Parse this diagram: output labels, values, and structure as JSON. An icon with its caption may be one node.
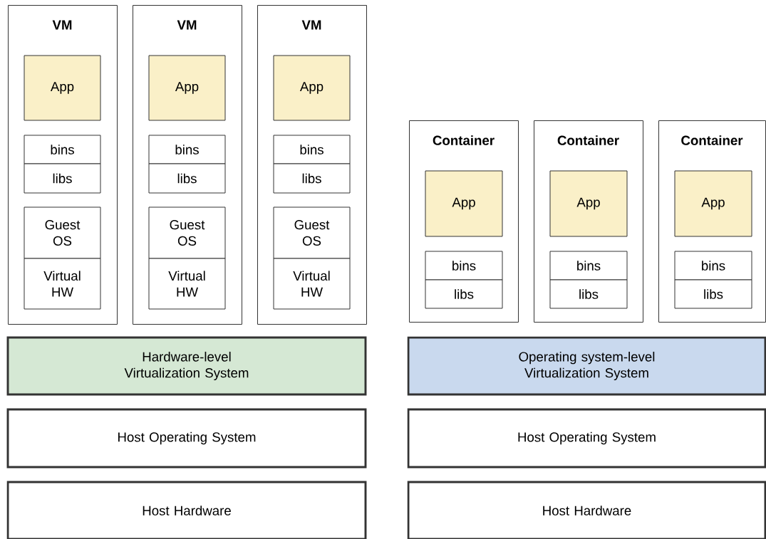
{
  "diagram": {
    "nodes": [
      {
        "text": [
          "VM"
        ]
      },
      {
        "text": [
          "App"
        ],
        "in": 0
      },
      {
        "text": [
          "bins"
        ],
        "in": 0
      },
      {
        "text": [
          "libs"
        ],
        "in": 0
      },
      {
        "text": [
          "Guest OS"
        ],
        "in": 0
      },
      {
        "text": [
          "Virtual HW"
        ],
        "in": 0
      },
      {
        "text": [
          "VM"
        ]
      },
      {
        "text": [
          "App"
        ],
        "in": 6
      },
      {
        "text": [
          "bins"
        ],
        "in": 6
      },
      {
        "text": [
          "libs"
        ],
        "in": 6
      },
      {
        "text": [
          "Guest OS"
        ],
        "in": 6
      },
      {
        "text": [
          "Virtual HW"
        ],
        "in": 6
      },
      {
        "text": [
          "VM"
        ]
      },
      {
        "text": [
          "App"
        ],
        "in": 12
      },
      {
        "text": [
          "bins"
        ],
        "in": 12
      },
      {
        "text": [
          "libs"
        ],
        "in": 12
      },
      {
        "text": [
          "Guest OS"
        ],
        "in": 12
      },
      {
        "text": [
          "Virtual HW"
        ],
        "in": 12
      },
      {
        "text": [
          "Container"
        ]
      },
      {
        "text": [
          "App"
        ],
        "in": 18
      },
      {
        "text": [
          "bins"
        ],
        "in": 18
      },
      {
        "text": [
          "libs"
        ],
        "in": 18
      },
      {
        "text": [
          "Container"
        ]
      },
      {
        "text": [
          "App"
        ],
        "in": 22
      },
      {
        "text": [
          "bins"
        ],
        "in": 22
      },
      {
        "text": [
          "libs"
        ],
        "in": 22
      },
      {
        "text": [
          "Container"
        ]
      },
      {
        "text": [
          "App"
        ],
        "in": 26
      },
      {
        "text": [
          "bins"
        ],
        "in": 26
      },
      {
        "text": [
          "libs"
        ],
        "in": 26
      },
      {
        "text": [
          "Hardware-level Virtualization System"
        ]
      },
      {
        "text": [
          "Operating system-level Virtualization System"
        ]
      },
      {
        "text": [
          "Host Operating System"
        ]
      },
      {
        "text": [
          "Host Operating System"
        ]
      },
      {
        "text": [
          "Host Hardware"
        ]
      },
      {
        "text": [
          "Host Hardware"
        ]
      }
    ]
  }
}
